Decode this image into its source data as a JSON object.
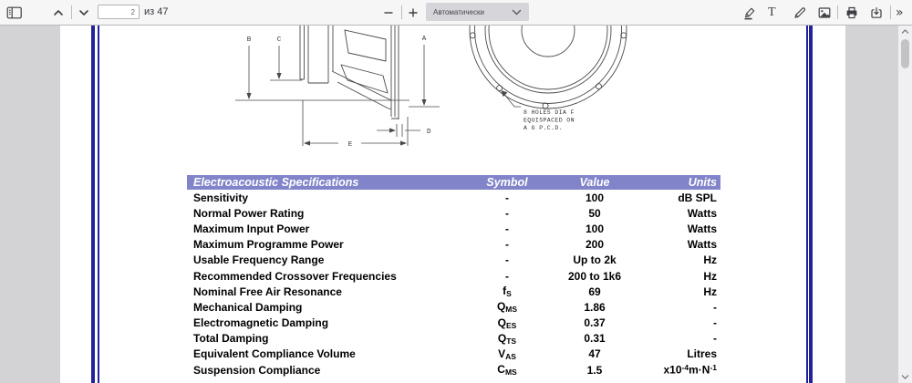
{
  "toolbar": {
    "page_input_value": "2",
    "page_count_label": "из 47",
    "zoom_select_value": "Автоматически",
    "text_tool_label": "T",
    "more_tools_label": "»",
    "icons": [
      "sidebar-toggle",
      "previous-page",
      "next-page",
      "zoom-out",
      "zoom-in",
      "highlight",
      "free-text",
      "draw",
      "add-image",
      "print",
      "save",
      "more-tools"
    ]
  },
  "drawing": {
    "dim_labels": [
      "B",
      "C",
      "A",
      "D",
      "E"
    ],
    "note_lines": [
      "8 HOLES DIA F",
      "EQUISPACED ON",
      "A G P.C.D."
    ]
  },
  "table": {
    "headers": {
      "parameter": "Electroacoustic Specifications",
      "symbol": "Symbol",
      "value": "Value",
      "units": "Units"
    },
    "rows": [
      {
        "parameter": "Sensitivity",
        "symbol": {
          "base": "-"
        },
        "value": "100",
        "units": [
          "dB SPL"
        ]
      },
      {
        "parameter": "Normal Power Rating",
        "symbol": {
          "base": "-"
        },
        "value": "50",
        "units": [
          "Watts"
        ]
      },
      {
        "parameter": "Maximum Input Power",
        "symbol": {
          "base": "-"
        },
        "value": "100",
        "units": [
          "Watts"
        ]
      },
      {
        "parameter": "Maximum Programme Power",
        "symbol": {
          "base": "-"
        },
        "value": "200",
        "units": [
          "Watts"
        ]
      },
      {
        "parameter": "Usable Frequency Range",
        "symbol": {
          "base": "-"
        },
        "value": "Up to 2k",
        "units": [
          "Hz"
        ]
      },
      {
        "parameter": "Recommended Crossover Frequencies",
        "symbol": {
          "base": "-"
        },
        "value": "200 to 1k6",
        "units": [
          "Hz"
        ]
      },
      {
        "parameter": "Nominal Free Air Resonance",
        "symbol": {
          "base": "f",
          "sub": "S"
        },
        "value": "69",
        "units": [
          "Hz"
        ]
      },
      {
        "parameter": "Mechanical Damping",
        "symbol": {
          "base": "Q",
          "sub": "MS"
        },
        "value": "1.86",
        "units": [
          "-"
        ]
      },
      {
        "parameter": "Electromagnetic Damping",
        "symbol": {
          "base": "Q",
          "sub": "ES"
        },
        "value": "0.37",
        "units": [
          "-"
        ]
      },
      {
        "parameter": "Total Damping",
        "symbol": {
          "base": "Q",
          "sub": "TS"
        },
        "value": "0.31",
        "units": [
          "-"
        ]
      },
      {
        "parameter": "Equivalent Compliance Volume",
        "symbol": {
          "base": "V",
          "sub": "AS"
        },
        "value": "47",
        "units": [
          "Litres"
        ]
      },
      {
        "parameter": "Suspension Compliance",
        "symbol": {
          "base": "C",
          "sub": "MS"
        },
        "value": "1.5",
        "units": [
          "x10",
          {
            "sup": "-4"
          },
          "m·N",
          {
            "sup": "-1"
          }
        ]
      }
    ]
  },
  "colors": {
    "table_header_bg": "#8184c9",
    "page_border": "#22229a",
    "toolbar_icon": "#3f3f43"
  }
}
